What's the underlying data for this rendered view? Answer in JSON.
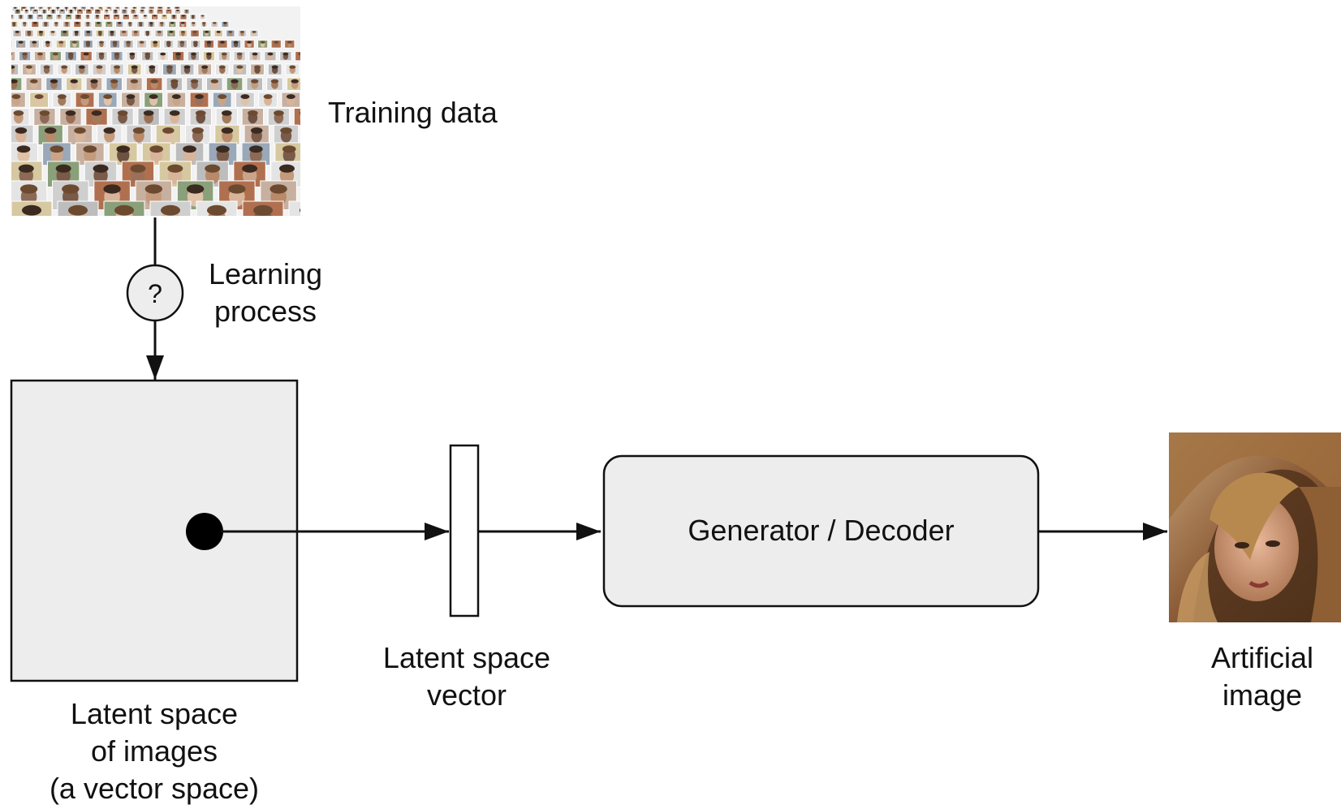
{
  "training": {
    "label": "Training data"
  },
  "learning": {
    "symbol": "?",
    "line1": "Learning",
    "line2": "process"
  },
  "latent_space": {
    "line1": "Latent space",
    "line2": "of images",
    "line3": "(a vector space)"
  },
  "vector": {
    "line1": "Latent space",
    "line2": "vector"
  },
  "generator": {
    "label": "Generator / Decoder"
  },
  "output": {
    "line1": "Artificial",
    "line2": "image"
  },
  "colors": {
    "box_fill": "#ededed",
    "stroke": "#111111",
    "point": "#000000"
  },
  "icons": {
    "training_image": "face-grid-photo-icon",
    "output_image": "portrait-photo-icon"
  }
}
